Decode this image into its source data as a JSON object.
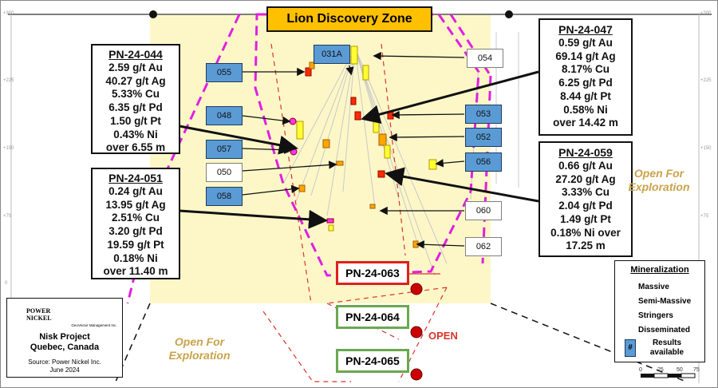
{
  "title": "Lion Discovery Zone",
  "y_ticks": [
    "+300",
    "+225",
    "+150",
    "+75",
    "0"
  ],
  "scale_ticks": [
    "0",
    "25",
    "50",
    "75"
  ],
  "results": [
    {
      "lines": [
        "PN-24-044",
        "2.59 g/t Au",
        "40.27 g/t Ag",
        "5.33% Cu",
        "6.35 g/t Pd",
        "1.50 g/t Pt",
        "0.43% Ni",
        "over 6.55 m"
      ]
    },
    {
      "lines": [
        "PN-24-051",
        "0.24 g/t Au",
        "13.95 g/t Ag",
        "2.51% Cu",
        "3.20 g/t Pd",
        "19.59 g/t Pt",
        "0.18% Ni",
        "over 11.40 m"
      ]
    },
    {
      "lines": [
        "PN-24-047",
        "0.59 g/t Au",
        "69.14 g/t Ag",
        "8.17% Cu",
        "6.25 g/t Pd",
        "8.44 g/t Pt",
        "0.58% Ni",
        "over 14.42 m"
      ]
    },
    {
      "lines": [
        "PN-24-059",
        "0.66 g/t Au",
        "27.20 g/t Ag",
        "3.33% Cu",
        "2.04 g/t Pd",
        "1.49 g/t Pt",
        "0.18% Ni over",
        "17.25 m"
      ]
    }
  ],
  "hole_labels": [
    "031A",
    "054",
    "055",
    "048",
    "057",
    "050",
    "058",
    "053",
    "052",
    "056",
    "060",
    "062"
  ],
  "pending_holes": [
    "PN-24-063",
    "PN-24-064",
    "PN-24-065"
  ],
  "open_label": "OPEN",
  "open_for_exploration": "Open For Exploration",
  "legend": {
    "title": "Mineralization",
    "items": [
      {
        "label": "Massive",
        "color": "#ff33ff"
      },
      {
        "label": "Semi-Massive",
        "color": "#ff2a00"
      },
      {
        "label": "Stringers",
        "color": "#ffa500"
      },
      {
        "label": "Disseminated",
        "color": "#ffff33"
      }
    ],
    "results_marker": "#",
    "results_label": "Results available"
  },
  "logo": {
    "company": "POWER NICKEL",
    "partner": "GeoVector Management Inc."
  },
  "project": {
    "name": "Nisk Project",
    "location": "Quebec, Canada",
    "source": "Source: Power Nickel Inc.",
    "date": "June 2024"
  },
  "colors": {
    "zone_fill": "#fdf7c8",
    "pink_outline": "#e020e0",
    "result_box": "#5b9bd5",
    "title_bg": "#ffc000",
    "pending_red": "#e02020",
    "pending_green": "#6aa84f",
    "pierce_point": "#cc0000"
  }
}
